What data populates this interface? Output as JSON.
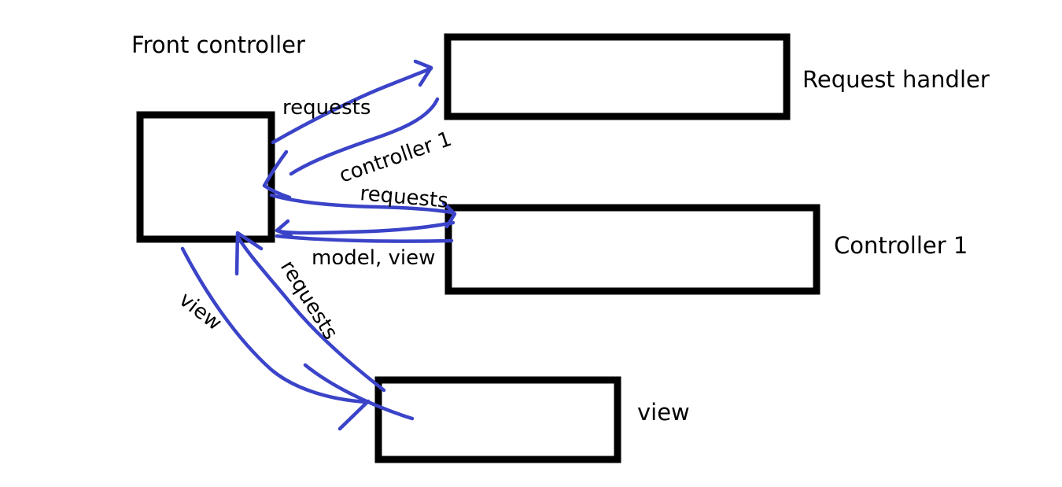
{
  "colors": {
    "box_stroke": "#000000",
    "arrow": "#3b44c8",
    "background": "#ffffff",
    "text": "#000000"
  },
  "nodes": {
    "front_controller": {
      "label": "Front controller"
    },
    "request_handler": {
      "label": "Request handler"
    },
    "controller_1": {
      "label": "Controller 1"
    },
    "view": {
      "label": "view"
    }
  },
  "edges": {
    "requests_to_handler": {
      "label": "requests"
    },
    "handler_returns_controller": {
      "label": "controller 1"
    },
    "requests_to_controller": {
      "label": "requests"
    },
    "controller_returns_model_view": {
      "label": "model, view"
    },
    "requests_from_view": {
      "label": "requests"
    },
    "view_dispatch": {
      "label": "view"
    }
  }
}
